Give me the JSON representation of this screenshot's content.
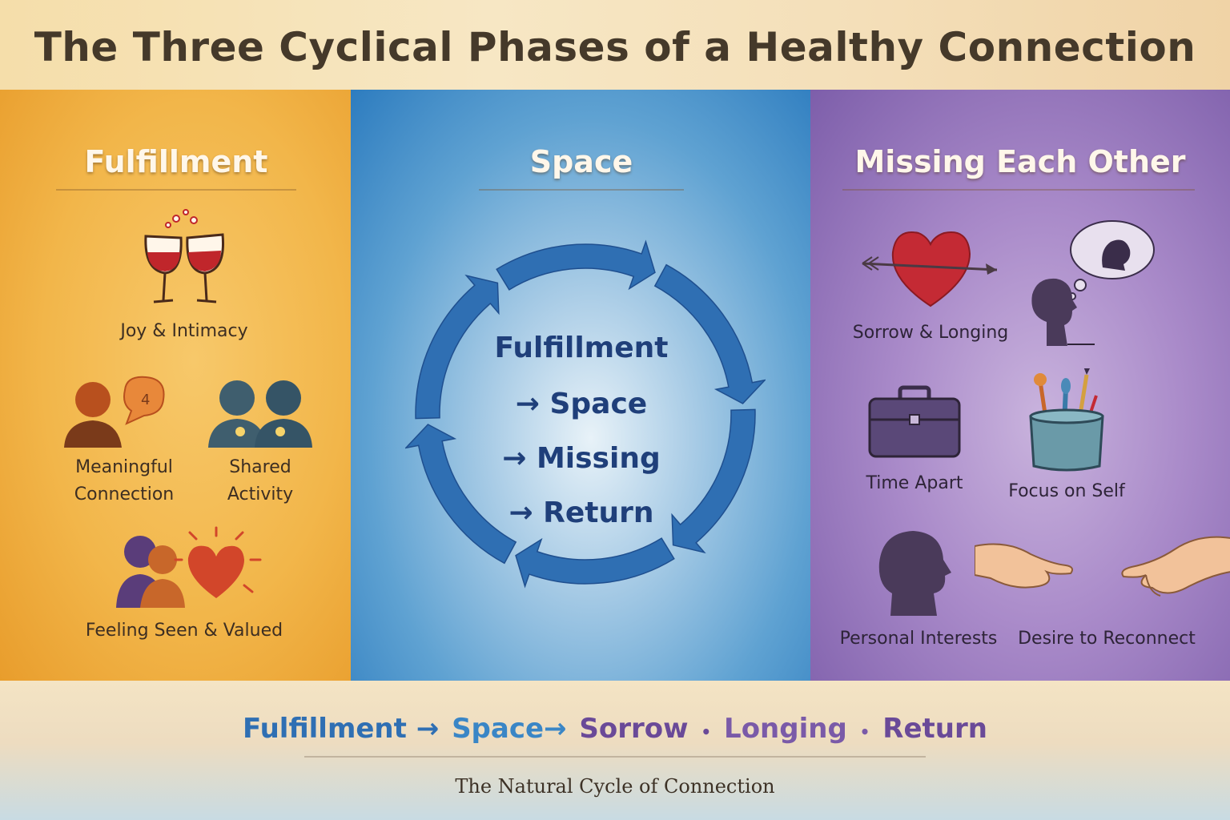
{
  "title": "The Three Cyclical Phases of a Healthy Connection",
  "phases": {
    "fulfillment": {
      "heading": "Fulfillment",
      "items": {
        "joy": "Joy & Intimacy",
        "meaningful_1": "Meaningful",
        "meaningful_2": "Connection",
        "shared_1": "Shared",
        "shared_2": "Activity",
        "seen": "Feeling Seen & Valued"
      }
    },
    "space": {
      "heading": "Space",
      "cycle": {
        "line1": "Fulfillment",
        "line2": "→ Space",
        "line3": "→ Missing",
        "line4": "→ Return"
      }
    },
    "missing": {
      "heading": "Missing Each Other",
      "items": {
        "sorrow": "Sorrow & Longing",
        "time_apart": "Time Apart",
        "focus": "Focus on Self",
        "interests": "Personal Interests",
        "reconnect": "Desire to Reconnect"
      }
    }
  },
  "flow": {
    "fulfillment": "Fulfillment →",
    "space": "Space→",
    "sorrow": "Sorrow",
    "sep1": "•",
    "longing": "Longing",
    "sep2": "•",
    "return": "Return"
  },
  "subtitle": "The Natural Cycle of Connection",
  "colors": {
    "fulfillment": "#f2b64a",
    "space": "#3b86c6",
    "missing": "#8e6bb8",
    "arrow": "#2f6fb3",
    "heading_text": "#fff7ea"
  }
}
